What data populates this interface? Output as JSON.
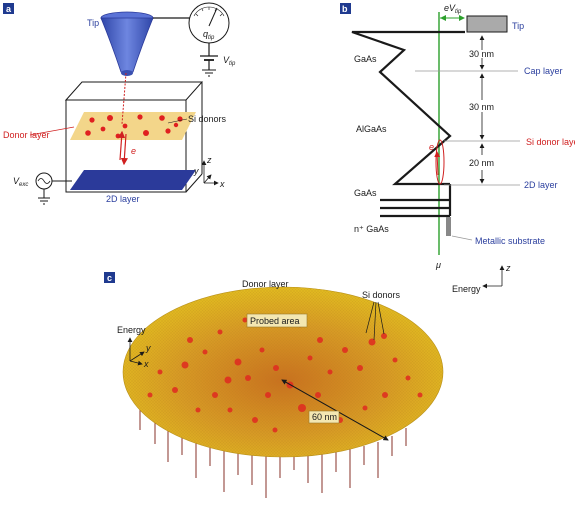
{
  "panel_a": {
    "letter": "a",
    "tip": "Tip",
    "q": "q",
    "q_sub": "tip",
    "v": "V",
    "v_sub": "tip",
    "si_donors": "Si donors",
    "donor_layer": "Donor layer",
    "e": "e",
    "vexc": "V",
    "vexc_sub": "exc",
    "layer_2d": "2D layer",
    "axis_z": "z",
    "axis_y": "y",
    "axis_x": "x"
  },
  "panel_b": {
    "letter": "b",
    "ev": "eV",
    "ev_sub": "tip",
    "tip": "Tip",
    "gaas_top": "GaAs",
    "d30a": "30 nm",
    "cap_layer": "Cap layer",
    "algaas": "AlGaAs",
    "d30b": "30 nm",
    "si_donor_layer": "Si donor layer",
    "e": "e",
    "d20": "20 nm",
    "layer_2d": "2D layer",
    "gaas_bottom": "GaAs",
    "n_gaas": "n⁺ GaAs",
    "metallic_substrate": "Metallic substrate",
    "mu": "μ",
    "axis_z": "z",
    "energy": "Energy"
  },
  "panel_c": {
    "letter": "c",
    "donor_layer": "Donor layer",
    "si_donors": "Si donors",
    "probed_area": "Probed area",
    "energy": "Energy",
    "axis_y": "y",
    "axis_x": "x",
    "scale": "60 nm"
  },
  "colors": {
    "panel_tab": "#1f3a8f",
    "tip_blue": "#4a63c8",
    "donor_yellow": "#f3d68a",
    "donor_red": "#e02020",
    "layer_2d_blue": "#2b3a9a",
    "label_blue": "#2b3f9e",
    "label_red": "#d02020",
    "green_line": "#2ca02c",
    "surface_yellow": "#d9b21e",
    "surface_orange": "#c8741f"
  }
}
